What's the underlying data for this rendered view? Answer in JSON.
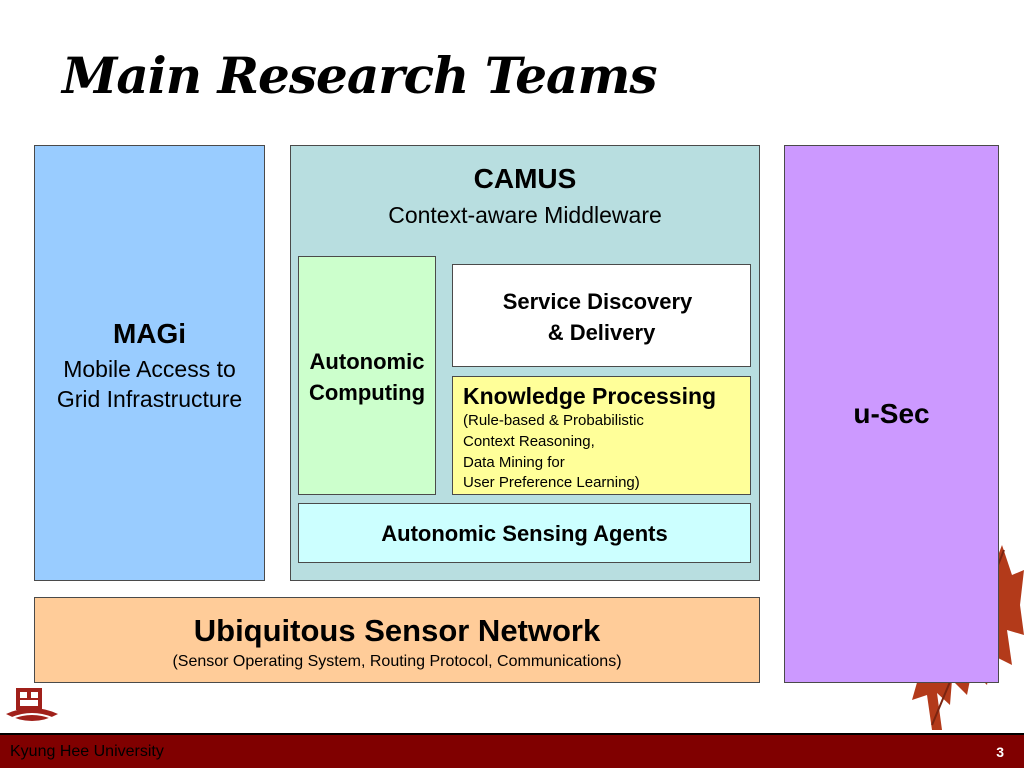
{
  "title": "Main Research Teams",
  "magi": {
    "name": "MAGi",
    "line1": "Mobile Access to",
    "line2": "Grid Infrastructure"
  },
  "camus": {
    "name": "CAMUS",
    "subtitle": "Context-aware Middleware",
    "autonomic": {
      "line1": "Autonomic",
      "line2": "Computing"
    },
    "service": {
      "line1": "Service Discovery",
      "line2": "& Delivery"
    },
    "knowledge": {
      "title": "Knowledge Processing",
      "lines": [
        "(Rule-based & Probabilistic",
        "Context Reasoning,",
        "Data Mining for",
        "User Preference Learning)"
      ]
    },
    "sensing": "Autonomic Sensing Agents"
  },
  "usec": {
    "name": "u-Sec"
  },
  "usn": {
    "name": "Ubiquitous Sensor Network",
    "detail": "(Sensor Operating System, Routing Protocol, Communications)"
  },
  "footer": {
    "university": "Kyung Hee University",
    "page_number": "3"
  },
  "colors": {
    "magi": "#99ccff",
    "camus": "#b8dee0",
    "usec": "#cc99ff",
    "usn": "#ffcc99",
    "autonomic": "#ccffcc",
    "service": "#ffffff",
    "knowledge": "#ffff99",
    "sensing": "#ccffff",
    "footer": "#800000"
  },
  "icons": [
    "maple-leaf-icon",
    "university-logo-icon"
  ]
}
